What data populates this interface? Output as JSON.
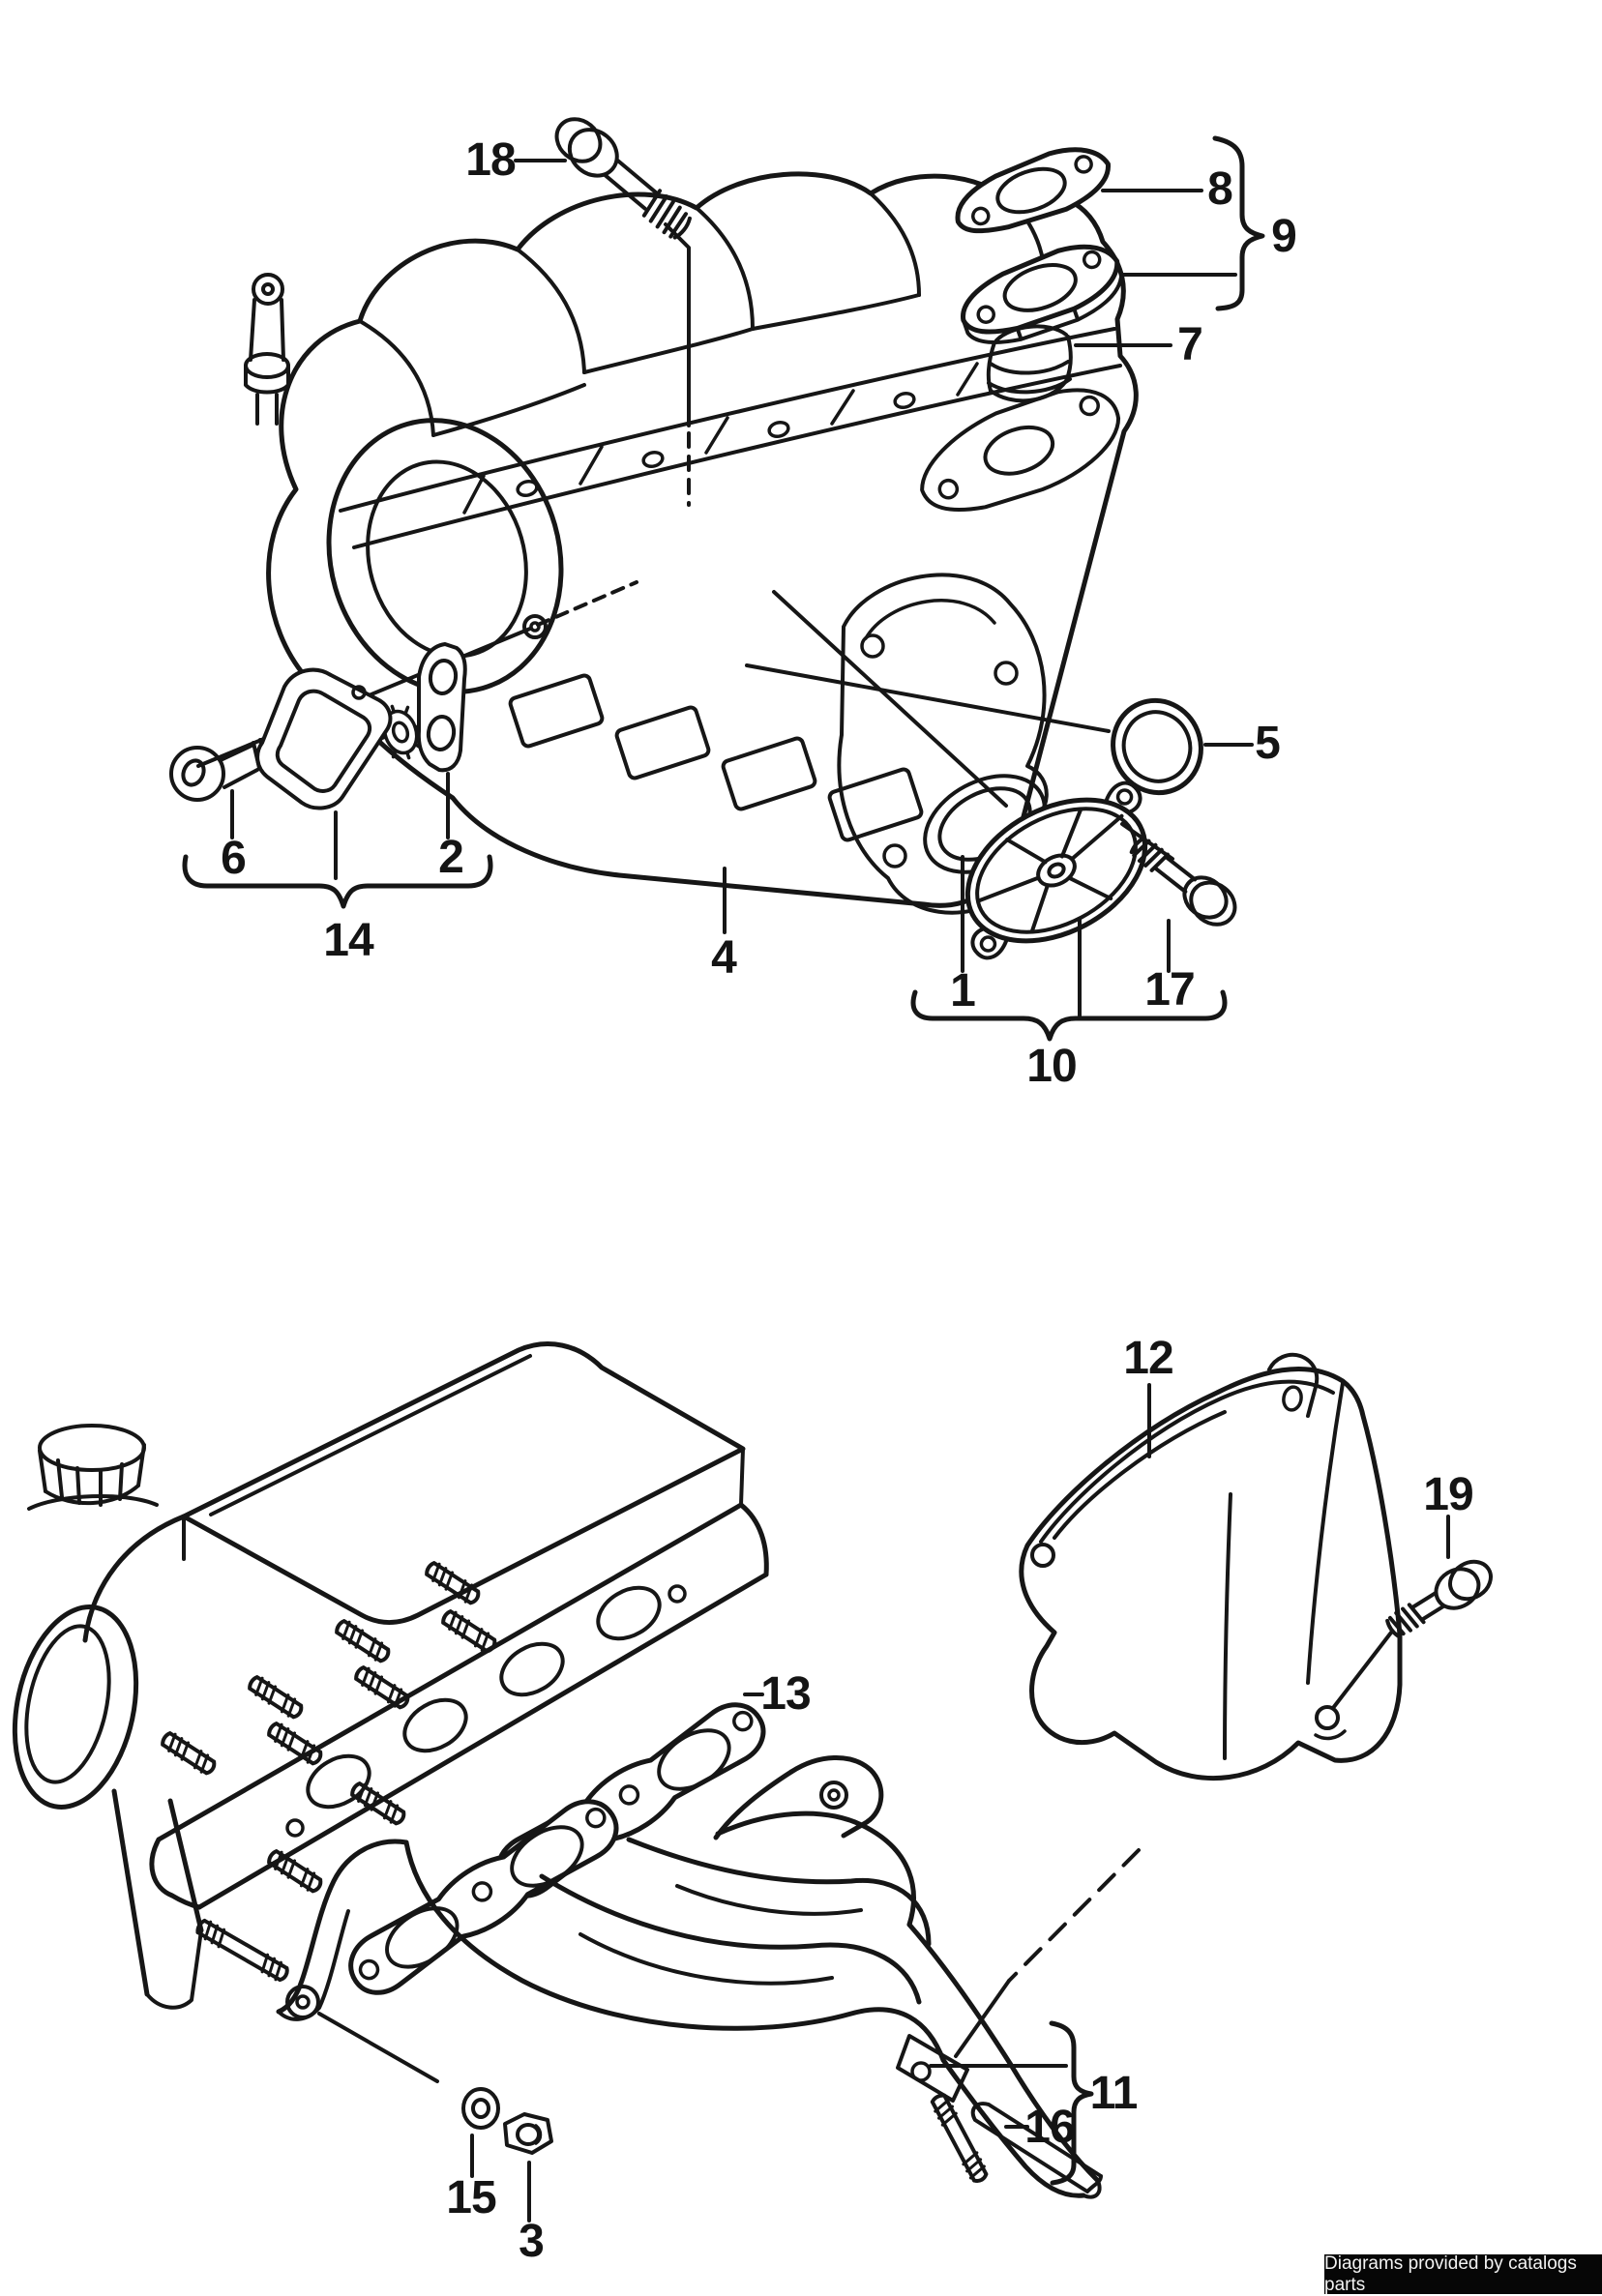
{
  "callouts": {
    "intake": [
      {
        "number": "18"
      },
      {
        "number": "8"
      },
      {
        "number": "9"
      },
      {
        "number": "7"
      },
      {
        "number": "5"
      },
      {
        "number": "6"
      },
      {
        "number": "2"
      },
      {
        "number": "14"
      },
      {
        "number": "4"
      },
      {
        "number": "1"
      },
      {
        "number": "17"
      },
      {
        "number": "10"
      }
    ],
    "exhaust": [
      {
        "number": "12"
      },
      {
        "number": "19"
      },
      {
        "number": "13"
      },
      {
        "number": "15"
      },
      {
        "number": "3"
      },
      {
        "number": "16"
      },
      {
        "number": "11"
      }
    ]
  },
  "footer": {
    "text": "Diagrams provided by catalogs parts"
  },
  "colors": {
    "line": "#161616",
    "background": "#ffffff",
    "footer_bg": "#060606",
    "footer_text": "#f2f2f2"
  }
}
